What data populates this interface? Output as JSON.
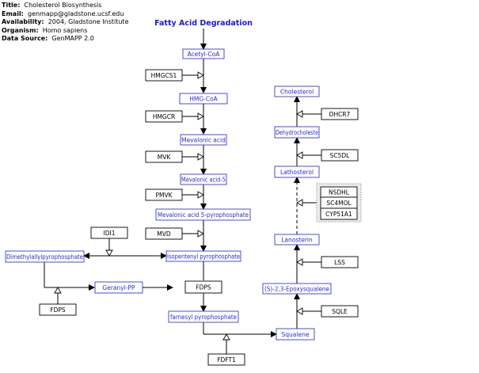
{
  "header": {
    "title_label": "Title:",
    "title": "Cholesterol Biosynthesis",
    "email_label": "Email:",
    "email": "genmapp@gladstone.ucsf.edu",
    "availability_label": "Availability:",
    "availability": "2004, Gladstone Institute",
    "organism_label": "Organism:",
    "organism": "Homo sapiens",
    "source_label": "Data Source:",
    "source": "GenMAPP 2.0"
  },
  "diagram_title": "Fatty Acid Degradation",
  "metabolites": {
    "acetyl_coa": "Acetyl-CoA",
    "hmg_coa": "HMG-CoA",
    "mevalonic_acid": "Mevalonic acid",
    "mevalonic_acid_5p": "Mevalonic acid-5",
    "mevalonic_acid_5pp": "Mevalonic acid 5-pyrophosphate",
    "isopentenyl_pp": "Isopentenyl pyrophosphate",
    "dimethylallyl_pp": "Dimethylallylpyrophosphate",
    "geranyl_pp": "Geranyl-PP",
    "farnesyl_pp": "farnesyl pyrophosphate",
    "squalene": "Squalene",
    "epoxysqualene": "(S)-2,3-Epoxysqualene",
    "lanosterin": "Lanosterin",
    "lathosterol": "Lathosterol",
    "dehydrocholesterol": "Dehydrocholeste",
    "cholesterol": "Cholesterol"
  },
  "genes": {
    "hmgcs1": "HMGCS1",
    "hmgcr": "HMGCR",
    "mvk": "MVK",
    "pmvk": "PMVK",
    "mvd": "MVD",
    "idi1": "IDI1",
    "fdps_mid": "FDPS",
    "fdps_left": "FDPS",
    "fdft1": "FDFT1",
    "sqle": "SQLE",
    "lss": "LSS",
    "nsdhl": "NSDHL",
    "sc4mol": "SC4MOL",
    "cyp51a1": "CYP51A1",
    "sc5dl": "SC5DL",
    "dhcr7": "DHCR7"
  }
}
